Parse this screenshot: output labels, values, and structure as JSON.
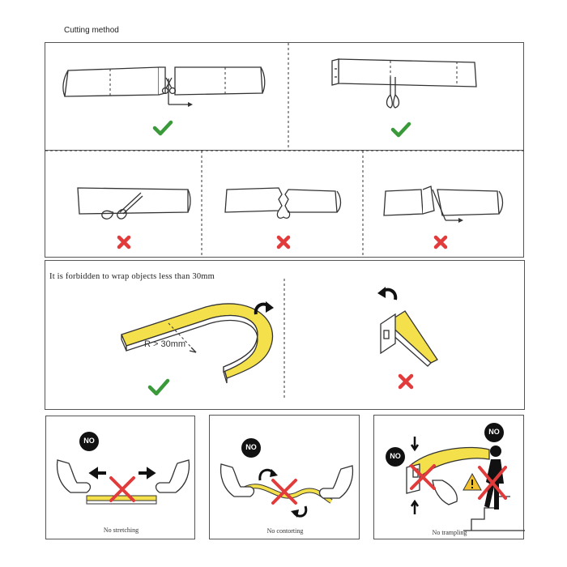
{
  "heading": "Cutting method",
  "bend_rule": "It is forbidden to wrap objects less than 30mm",
  "radius_label": "R > 30mm",
  "no_badge": "NO",
  "captions": {
    "stretch": "No stretching",
    "contort": "No contorting",
    "trample": "No trampling"
  },
  "colors": {
    "ok": "#3a9a3a",
    "bad": "#e23b3b",
    "strip": "#f3e04a",
    "warning": "#f2c12e"
  },
  "icons": [
    "check-icon",
    "cross-icon",
    "scissors-icon",
    "rotate-arrow-icon",
    "warning-triangle-icon",
    "hand-icon",
    "person-icon"
  ]
}
